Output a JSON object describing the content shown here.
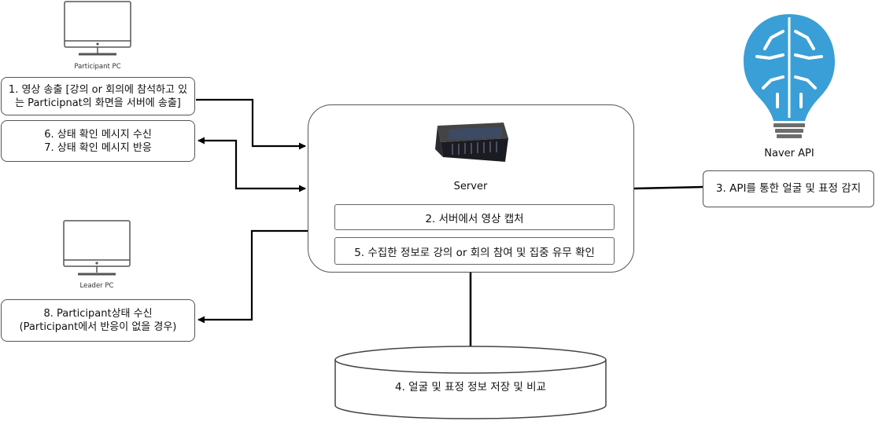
{
  "participant_pc": {
    "label": "Participant PC"
  },
  "leader_pc": {
    "label": "Leader PC"
  },
  "boxes": {
    "step1_line1": "1. 영상 송출 [강의 or 회의에 참석하고 있",
    "step1_line2": "는 Participnat의 화면을 서버에 송출]",
    "step6": "6. 상태 확인 메시지 수신",
    "step7": "7. 상태 확인 메시지 반응",
    "step8_line1": "8. Participant상태 수신",
    "step8_line2": "(Participant에서 반응이 없을 경우)"
  },
  "server": {
    "label": "Server",
    "step2": "2. 서버에서 영상 캡처",
    "step5": "5. 수집한 정보로 강의 or 회의 참여 및 집중 유무 확인"
  },
  "naver": {
    "label": "Naver API",
    "step3": "3. API를 통한 얼굴 및 표정 감지",
    "colors": {
      "bulb": "#3a9fd6",
      "base": "#6d6d6d"
    }
  },
  "database": {
    "step4": "4. 얼굴 및 표정 정보 저장 및 비교"
  }
}
